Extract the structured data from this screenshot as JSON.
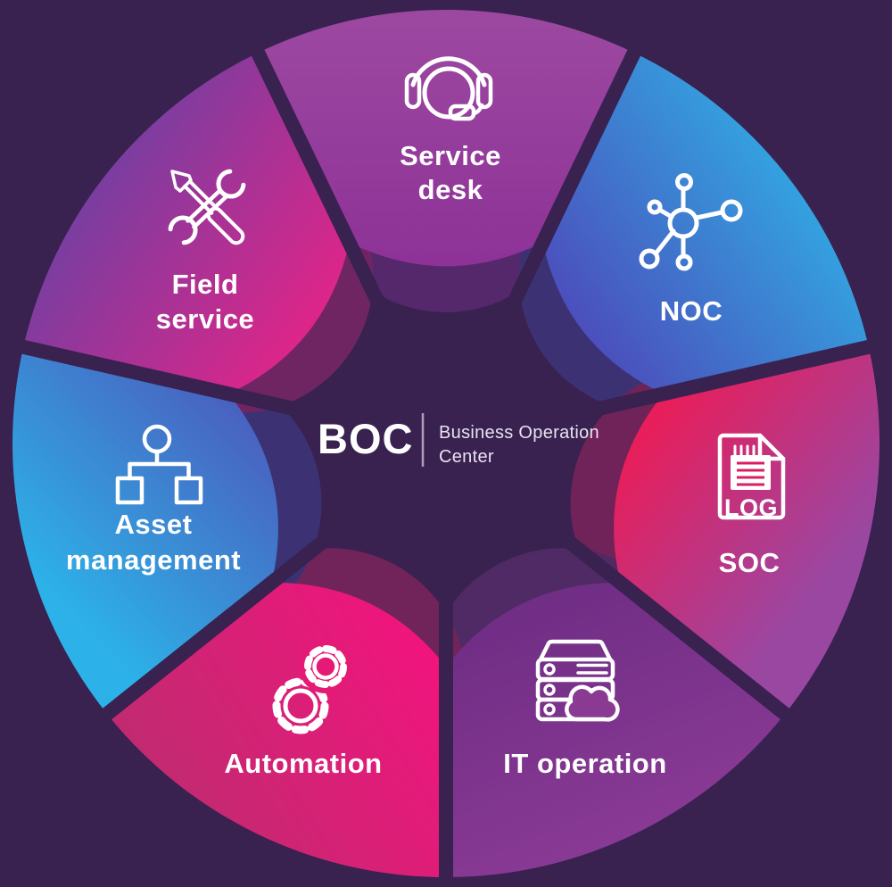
{
  "background_color": "#392150",
  "center_logo": {
    "brand": "BOC",
    "subtitle_line1": "Business Operation",
    "subtitle_line2": "Center"
  },
  "segments": [
    {
      "name": "service-desk",
      "label_lines": [
        "Service",
        "desk"
      ],
      "icon": "headset-icon",
      "color_start": "#9c48a1",
      "color_end": "#8c2f96",
      "ghost_color": "#54286b"
    },
    {
      "name": "noc",
      "label_lines": [
        "NOC"
      ],
      "icon": "network-hub-icon",
      "color_start": "#4b50bd",
      "color_end": "#2fb2e6",
      "ghost_color": "#3c3273"
    },
    {
      "name": "soc",
      "label_lines": [
        "SOC"
      ],
      "icon": "log-file-icon",
      "icon_text": "LOG",
      "line_color": "#d81f63",
      "color_start": "#ee1b55",
      "color_end": "#9a47a2",
      "ghost_color": "#6f2358"
    },
    {
      "name": "it-operation",
      "label_lines": [
        "IT operation"
      ],
      "icon": "server-cloud-icon",
      "cloud_fill": "#8a3a92",
      "color_start": "#6d2c83",
      "color_end": "#8a3a95",
      "ghost_color": "#4f2a64"
    },
    {
      "name": "automation",
      "label_lines": [
        "Automation"
      ],
      "icon": "gears-icon",
      "halo_fill": "#e51a76",
      "color_start": "#f2147d",
      "color_end": "#c02b70",
      "ghost_color": "#712459"
    },
    {
      "name": "asset-management",
      "label_lines": [
        "Asset",
        "management"
      ],
      "icon": "org-chart-icon",
      "color_start": "#4f52b8",
      "color_end": "#2cb2e8",
      "ghost_color": "#3c3273"
    },
    {
      "name": "field-service",
      "label_lines": [
        "Field",
        "service"
      ],
      "icon": "tools-icon",
      "color_start": "#7c3da0",
      "color_end": "#ee2185",
      "ghost_color": "#6f2562"
    }
  ]
}
